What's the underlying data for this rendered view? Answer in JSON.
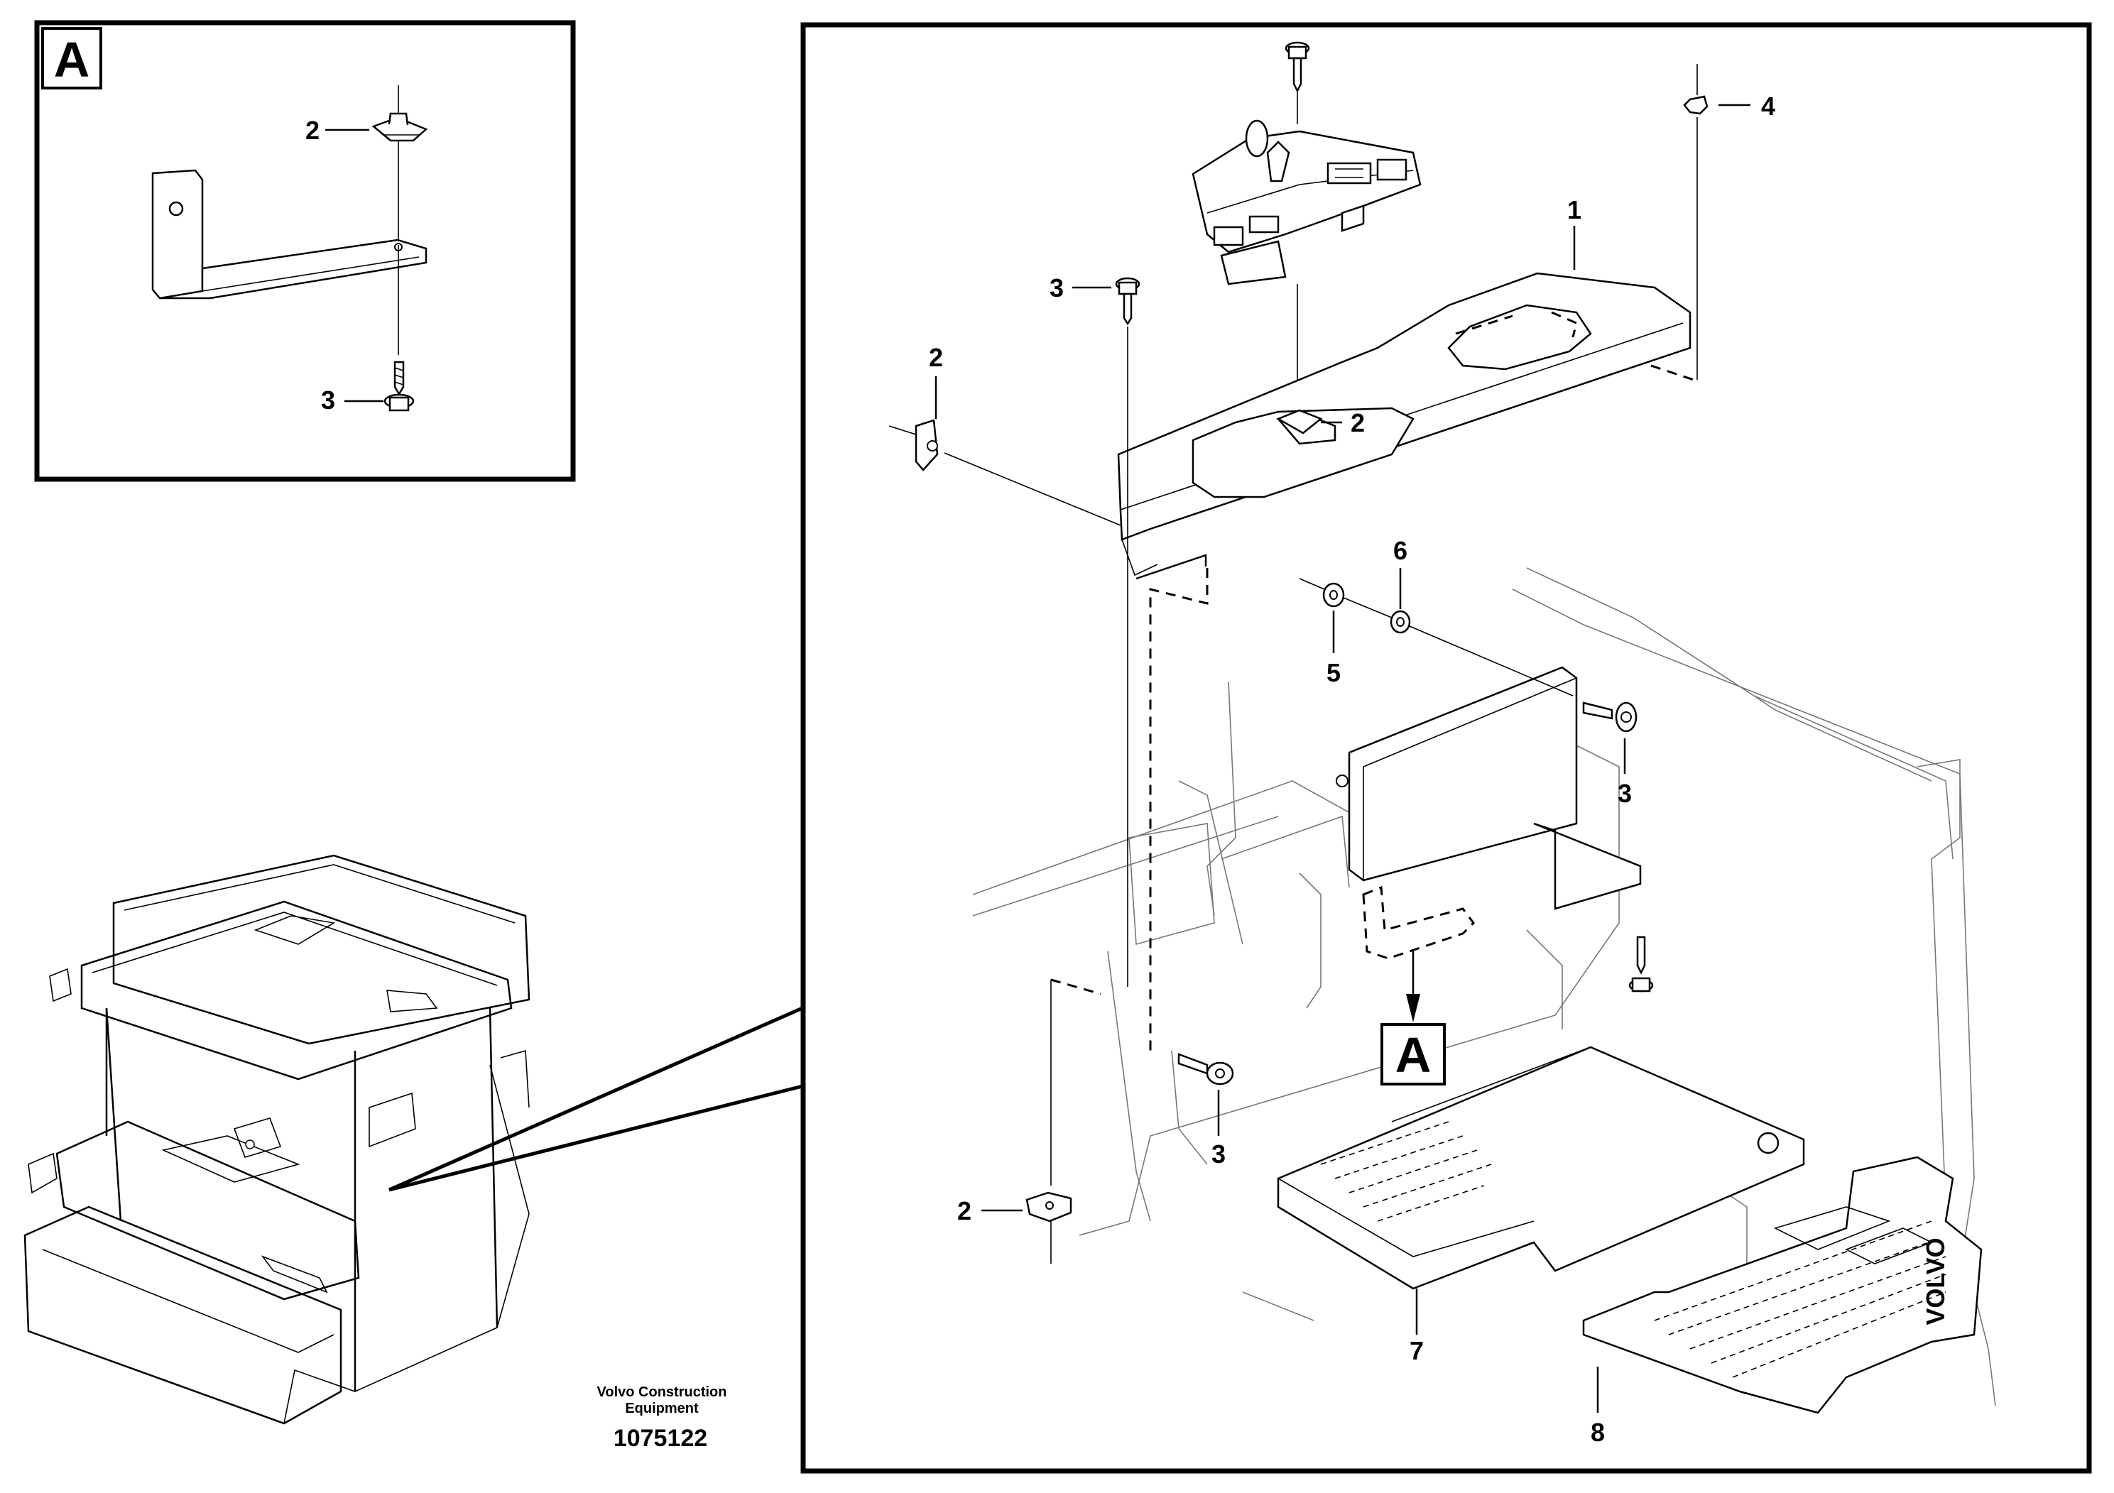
{
  "detail_box": {
    "letter": "A",
    "callouts": {
      "clip": "2",
      "screw": "3"
    }
  },
  "main_view": {
    "callouts": {
      "panel": "1",
      "clip_left": "2",
      "clip_center": "2",
      "clip_bottom": "2",
      "screw_top": "3",
      "screw_right": "3",
      "screw_lower": "3",
      "nut": "4",
      "washer_5": "5",
      "washer_6": "6",
      "floor_mat_7": "7",
      "floor_mat_8": "8"
    },
    "detail_ref": "A",
    "mat_brand": "VOLVO"
  },
  "caption": {
    "company": "Volvo Construction",
    "company_line2": "Equipment",
    "drawing_number": "1075122"
  }
}
